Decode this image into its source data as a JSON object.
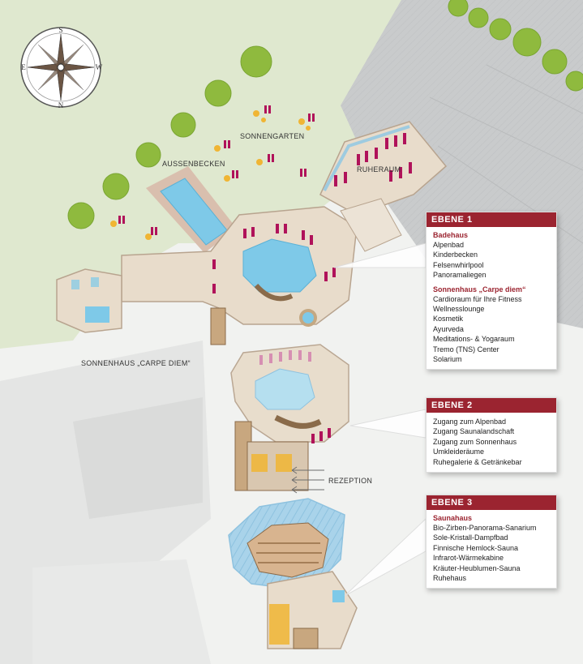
{
  "labels": {
    "sonnengarten": "SONNENGARTEN",
    "aussenbecken": "AUSSENBECKEN",
    "ruheraum": "RUHERAUM",
    "sonnenhaus": "SONNENHAUS „CARPE DIEM“",
    "rezeption": "REZEPTION"
  },
  "compass": {
    "n": "N",
    "s": "S",
    "w": "W",
    "e": "E",
    "icon": "compass-rose-icon"
  },
  "ebene1": {
    "title": "EBENE 1",
    "sections": [
      {
        "heading": "Badehaus",
        "items": [
          "Alpenbad",
          "Kinderbecken",
          "Felsenwhirlpool",
          "Panoramaliegen"
        ]
      },
      {
        "heading": "Sonnenhaus „Carpe diem“",
        "items": [
          "Cardioraum für Ihre Fitness",
          "Wellnesslounge",
          "Kosmetik",
          "Ayurveda",
          "Meditations- & Yogaraum",
          "Tremo (TNS) Center",
          "Solarium"
        ]
      }
    ]
  },
  "ebene2": {
    "title": "EBENE 2",
    "items": [
      "Zugang zum Alpenbad",
      "Zugang Saunalandschaft",
      "Zugang zum Sonnenhaus",
      "Umkleideräume",
      "Ruhegalerie & Getränkebar"
    ]
  },
  "ebene3": {
    "title": "EBENE 3",
    "sections": [
      {
        "heading": "Saunahaus",
        "items": [
          "Bio-Zirben-Panorama-Sanarium",
          "Sole-Kristall-Dampfbad",
          "Finnische Hemlock-Sauna",
          "Infrarot-Wärmekabine",
          "Kräuter-Heublumen-Sauna",
          "Ruhehaus"
        ]
      }
    ]
  },
  "colors": {
    "accent": "#9b2430",
    "lawn": "#dfe8cf",
    "tree": "#8fba3e",
    "parking": "#c9cbcc",
    "floor": "#e8dccb",
    "water": "#7ec9e8",
    "lounger": "#b0125a"
  }
}
